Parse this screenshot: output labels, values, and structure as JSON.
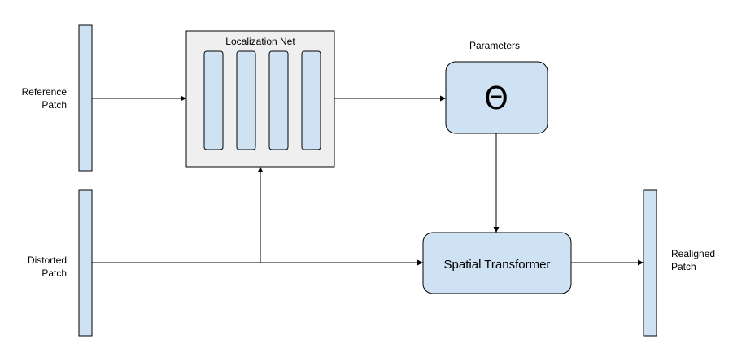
{
  "colors": {
    "node_fill": "#cfe2f3",
    "container_fill": "#efefef",
    "stroke": "#000000",
    "background": "#ffffff"
  },
  "labels": {
    "reference_patch": [
      "Reference",
      "Patch"
    ],
    "distorted_patch": [
      "Distorted",
      "Patch"
    ],
    "realigned_patch": [
      "Realigned",
      "Patch"
    ],
    "localization_net": "Localization Net",
    "parameters": "Parameters",
    "theta": "Θ",
    "spatial_transformer": "Spatial Transformer"
  },
  "edges": [
    {
      "from": "reference-patch",
      "to": "localization-net"
    },
    {
      "from": "localization-net",
      "to": "parameters-theta"
    },
    {
      "from": "parameters-theta",
      "to": "spatial-transformer"
    },
    {
      "from": "distorted-patch",
      "to": "spatial-transformer"
    },
    {
      "from": "distorted-patch",
      "to": "localization-net"
    },
    {
      "from": "spatial-transformer",
      "to": "realigned-patch"
    }
  ]
}
